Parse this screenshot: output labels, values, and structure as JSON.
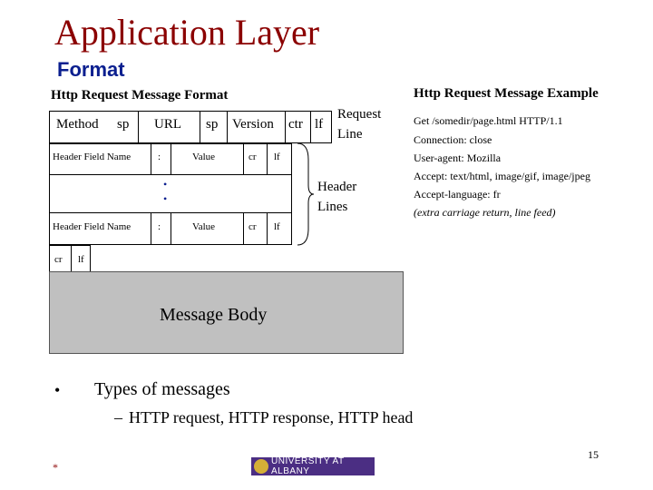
{
  "slide": {
    "title": "Application Layer",
    "subtitle": "Format",
    "format_heading": "Http Request Message Format",
    "example_heading": "Http Request Message Example",
    "request_line": {
      "method": "Method",
      "sp1": "sp",
      "url": "URL",
      "sp2": "sp",
      "version": "Version",
      "cr": "ctr",
      "lf": "lf",
      "label_line1": "Request",
      "label_line2": "Line"
    },
    "header_row1": {
      "name": "Header Field Name",
      "colon": ":",
      "value": "Value",
      "cr": "cr",
      "lf": "lf"
    },
    "header_row2": {
      "name": "Header Field Name",
      "colon": ":",
      "value": "Value",
      "cr": "cr",
      "lf": "lf"
    },
    "header_dots": [
      "•",
      "•"
    ],
    "header_label_line1": "Header",
    "header_label_line2": "Lines",
    "end_row": {
      "cr": "cr",
      "lf": "lf"
    },
    "message_body": "Message Body",
    "example_lines": [
      "Get /somedir/page.html HTTP/1.1",
      "Connection: close",
      "User-agent: Mozilla",
      "Accept: text/html, image/gif, image/jpeg",
      "Accept-language: fr",
      "(extra carriage return, line feed)"
    ],
    "bullet_marker": "•",
    "bullet_text": "Types of messages",
    "dash_marker": "–",
    "sub_bullet_text": "HTTP request, HTTP response, HTTP head",
    "page_number": "15",
    "corner_mark": "*",
    "logo_text": "UNIVERSITY AT ALBANY"
  },
  "colors": {
    "title": "#8b0000",
    "subtitle": "#0b1f8f",
    "body_fill": "#c0c0c0",
    "logo": "#4b2e83"
  }
}
